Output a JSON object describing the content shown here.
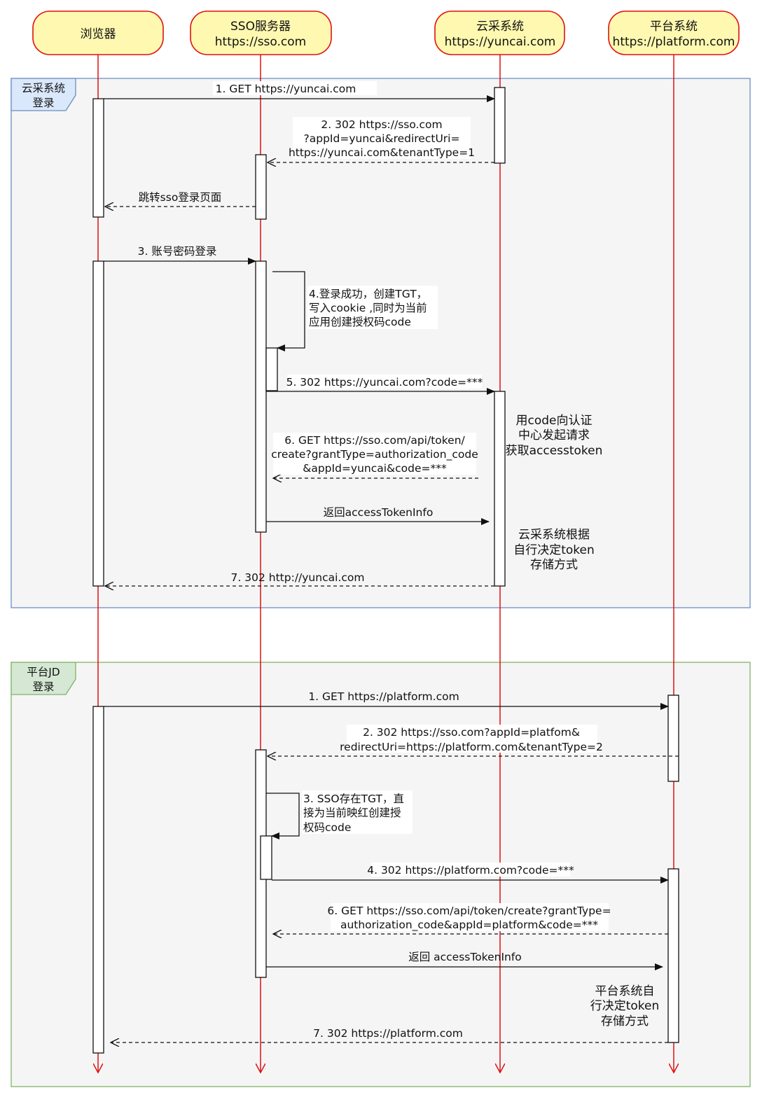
{
  "participants": [
    {
      "name": "浏览器",
      "url": ""
    },
    {
      "name": "SSO服务器",
      "url": "https://sso.com"
    },
    {
      "name": "云采系统",
      "url": "https://yuncai.com"
    },
    {
      "name": "平台系统",
      "url": "https://platform.com"
    }
  ],
  "groups": [
    {
      "label": [
        "云采系统",
        "登录"
      ],
      "messages": {
        "m1": "1. GET https://yuncai.com",
        "m2": [
          "2. 302  https://sso.com",
          "?appId=yuncai&redirectUri=",
          "https://yuncai.com&tenantType=1"
        ],
        "m2b": "跳转sso登录页面",
        "m3": "3. 账号密码登录",
        "m4": [
          "4.登录成功，创建TGT，",
          "写入cookie ,同时为当前",
          "应用创建授权码code"
        ],
        "m5": "5. 302 https://yuncai.com?code=***",
        "m6": [
          "6. GET https://sso.com/api/token/",
          "create?grantType=authorization_code",
          "&appId=yuncai&code=***"
        ],
        "m6b": "返回accessTokenInfo",
        "m7": "7. 302 http://yuncai.com"
      },
      "notes": {
        "n1": [
          "用code向认证",
          "中心发起请求",
          "获取accesstoken"
        ],
        "n2": [
          "云采系统根据",
          "自行决定token",
          "存储方式"
        ]
      }
    },
    {
      "label": [
        "平台JD",
        "登录"
      ],
      "messages": {
        "m1": "1. GET https://platform.com",
        "m2": [
          "2. 302  https://sso.com?appId=platfom&",
          "redirectUri=https://platform.com&tenantType=2"
        ],
        "m3": [
          "3. SSO存在TGT，直",
          "接为当前映红创建授",
          "权码code"
        ],
        "m4": "4. 302 https://platform.com?code=***",
        "m6": [
          "6. GET https://sso.com/api/token/create?grantType=",
          "authorization_code&appId=platform&code=***"
        ],
        "m6b": "返回 accessTokenInfo",
        "m7": "7. 302 https://platform.com"
      },
      "notes": {
        "n1": [
          "平台系统自",
          "行决定token",
          "存储方式"
        ]
      }
    }
  ],
  "colors": {
    "lifeline": "#e01010",
    "participant_fill": "#fff8b0",
    "group1_border": "#6c8ebf",
    "group1_label": "#dae8fc",
    "group2_border": "#82b366",
    "group2_label": "#d5e8d4",
    "group_fill": "#f5f5f5"
  }
}
